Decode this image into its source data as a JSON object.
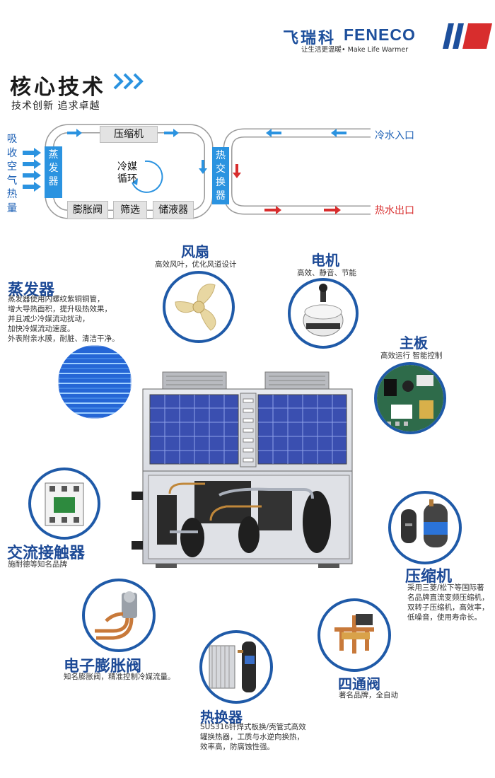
{
  "header": {
    "logo_cn": "飞瑞科",
    "logo_en": "FENECO",
    "slogan": "让生活更温暖• Make Life Warmer",
    "brand_color": "#1d4f9c"
  },
  "section": {
    "title": "核心技术",
    "subtitle": "技术创新   追求卓越"
  },
  "cycle": {
    "air_label": [
      "吸",
      "收",
      "空",
      "气",
      "热",
      "量"
    ],
    "evaporator": [
      "蒸",
      "发",
      "器"
    ],
    "compressor": "压缩机",
    "refrigerant_cycle": [
      "冷媒",
      "循环"
    ],
    "expansion_valve": "膨胀阀",
    "filter": "筛选",
    "receiver": "储液器",
    "heat_exchanger": [
      "热",
      "交",
      "换",
      "器"
    ],
    "water_in": "冷水入口",
    "water_out": "热水出口",
    "cold_color": "#2b93e0",
    "hot_color": "#d82d2d"
  },
  "components": {
    "fan": {
      "title": "风扇",
      "desc": "高效风叶，优化风道设计",
      "icon": "fan-blade-icon"
    },
    "motor": {
      "title": "电机",
      "desc": "高效、静音、节能",
      "icon": "motor-icon"
    },
    "evaporator": {
      "title": "蒸发器",
      "desc": [
        "蒸发器使用内螺纹紫铜铜管，",
        "增大导热面积，提升吸热效果，",
        "并且减少冷媒流动扰动，",
        "加快冷媒流动速度。",
        "外表附亲水膜，耐脏、清洁干净。"
      ],
      "icon": "copper-coil-icon"
    },
    "mainboard": {
      "title": "主板",
      "desc": "高效运行   智能控制",
      "icon": "circuit-board-icon"
    },
    "contactor": {
      "title": "交流接触器",
      "desc": "施耐德等知名品牌",
      "icon": "contactor-icon"
    },
    "compressor": {
      "title": "压缩机",
      "desc": [
        "采用三菱/松下等国际著",
        "名品牌直流变频压缩机，",
        "双转子压缩机，高效率，",
        "低噪音，使用寿命长。"
      ],
      "icon": "compressor-icon"
    },
    "expansion_valve": {
      "title": "电子膨胀阀",
      "desc": "知名膨胀阀，精准控制冷媒流量。",
      "icon": "expansion-valve-icon"
    },
    "four_way_valve": {
      "title": "四通阀",
      "desc": "著名品牌，全自动",
      "icon": "four-way-valve-icon"
    },
    "heat_exchanger": {
      "title": "热换器",
      "desc": [
        "SUS316钎焊式板换/壳管式高效",
        "罐换热器，工质与水逆向换热，",
        "效率高，防腐蚀性强。"
      ],
      "icon": "plate-heat-exchanger-icon"
    }
  },
  "unit_image": {
    "icon": "heat-pump-unit-icon"
  }
}
